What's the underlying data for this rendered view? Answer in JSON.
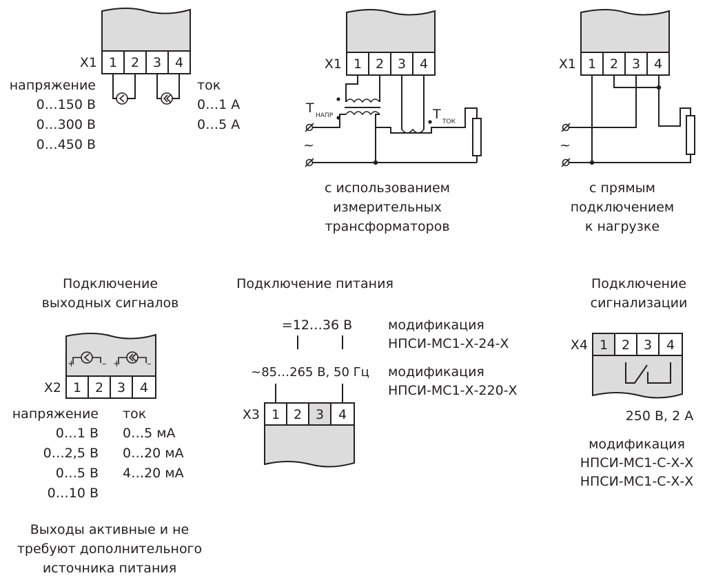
{
  "voltage_current": {
    "connector": "X1",
    "terminals": [
      "1",
      "2",
      "3",
      "4"
    ],
    "voltage_label": "напряжение",
    "voltage_ranges": [
      "0…150 В",
      "0…300 В",
      "0…450 В"
    ],
    "current_label": "ток",
    "current_ranges": [
      "0…1 А",
      "0…5 А"
    ]
  },
  "transformers": {
    "connector": "X1",
    "terminals": [
      "1",
      "2",
      "3",
      "4"
    ],
    "t_volt_main": "Т",
    "t_volt_sub": "НАПР",
    "t_curr_main": "Т",
    "t_curr_sub": "ТОК",
    "ac_symbol": "~",
    "caption": [
      "с использованием",
      "измерительных",
      "трансформаторов"
    ]
  },
  "direct": {
    "connector": "X1",
    "terminals": [
      "1",
      "2",
      "3",
      "4"
    ],
    "ac_symbol": "~",
    "caption": [
      "с прямым",
      "подключением",
      "к нагрузке"
    ]
  },
  "outputs": {
    "title": [
      "Подключение",
      "выходных сигналов"
    ],
    "connector": "X2",
    "terminals": [
      "1",
      "2",
      "3",
      "4"
    ],
    "plus": "+",
    "minus": "–",
    "voltage_label": "напряжение",
    "voltage_ranges": [
      "0…1 В",
      "0…2,5 В",
      "0…5 В",
      "0…10 В"
    ],
    "current_label": "ток",
    "current_ranges": [
      "0…5 мА",
      "0…20 мА",
      "4…20 мА"
    ],
    "note": [
      "Выходы активные и не",
      "требуют дополнительного",
      "источника питания"
    ]
  },
  "power": {
    "title": "Подключение питания",
    "dc_label": "=12…36 В",
    "dc_mod_label": "модификация",
    "dc_mod_code": "НПСИ-МС1-Х-24-Х",
    "ac_label": "~85…265 В, 50 Гц",
    "ac_mod_label": "модификация",
    "ac_mod_code": "НПСИ-МС1-Х-220-Х",
    "connector": "X3",
    "terminals": [
      "1",
      "2",
      "3",
      "4"
    ]
  },
  "alarm": {
    "title": [
      "Подключение",
      "сигнализации"
    ],
    "connector": "X4",
    "terminals": [
      "1",
      "2",
      "3",
      "4"
    ],
    "rating": "250 В, 2 А",
    "mod_label": "модификация",
    "mod_codes": [
      "НПСИ-МС1-С-Х-Х",
      "НПСИ-МС1-С-Х-Х"
    ]
  },
  "colors": {
    "line": "#231f20",
    "block_fill": "#dcdcdc",
    "background": "#ffffff"
  }
}
